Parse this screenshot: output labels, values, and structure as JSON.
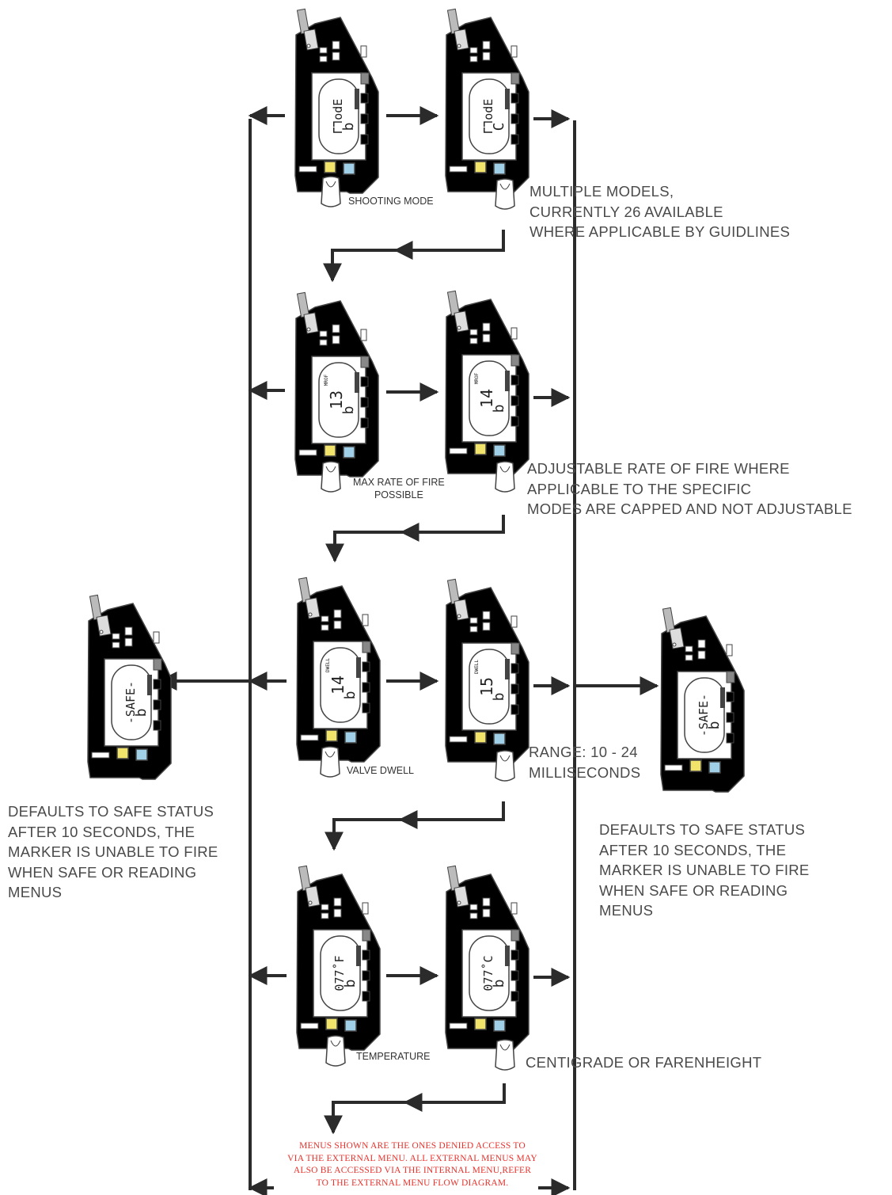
{
  "devices": [
    {
      "id": "shooting-mode-yellow",
      "color": "#f4ee55",
      "line1": "ᒥᒣodE",
      "line2": "b",
      "label": ""
    },
    {
      "id": "shooting-mode-blue",
      "color": "#b9e6e2",
      "line1": "ᒥᒣodE",
      "line2": "C",
      "label": ""
    },
    {
      "id": "rof-yellow",
      "color": "#f4ee55",
      "line1": "13",
      "line2": "b",
      "label": "MROF"
    },
    {
      "id": "rof-blue",
      "color": "#b9e6e2",
      "line1": "14",
      "line2": "b",
      "label": "MROF"
    },
    {
      "id": "dwell-yellow",
      "color": "#f4ee55",
      "line1": "14",
      "line2": "b",
      "label": "DWELL"
    },
    {
      "id": "dwell-blue",
      "color": "#b9e6e2",
      "line1": "15",
      "line2": "b",
      "label": "DWELL"
    },
    {
      "id": "temp-yellow",
      "color": "#f4ee55",
      "line1": "077˚F",
      "line2": "b",
      "label": ""
    },
    {
      "id": "temp-blue",
      "color": "#b9e6e2",
      "line1": "077˚C",
      "line2": "b",
      "label": ""
    },
    {
      "id": "safe-left",
      "color": "#ffffff",
      "line1": "-SAFE-",
      "line2": "b",
      "label": ""
    },
    {
      "id": "safe-right",
      "color": "#ffffff",
      "line1": "-SAFE-",
      "line2": "b",
      "label": ""
    }
  ],
  "captions": {
    "shooting_mode": "SHOOTING MODE",
    "max_rof_1": "MAX RATE OF FIRE",
    "max_rof_2": "POSSIBLE",
    "valve_dwell": "VALVE DWELL",
    "temperature": "TEMPERATURE"
  },
  "notes": {
    "models": [
      "MULTIPLE MODELS,",
      "CURRENTLY 26 AVAILABLE",
      "WHERE APPLICABLE BY GUIDLINES"
    ],
    "rof": [
      "ADJUSTABLE RATE OF FIRE WHERE",
      "APPLICABLE TO THE SPECIFIC",
      "MODES ARE CAPPED AND NOT ADJUSTABLE"
    ],
    "range": [
      "RANGE: 10 - 24",
      "MILLISECONDS"
    ],
    "safe_left": [
      "DEFAULTS TO SAFE STATUS",
      "AFTER 10 SECONDS, THE",
      "MARKER IS UNABLE TO FIRE",
      "WHEN SAFE OR READING",
      "MENUS"
    ],
    "safe_right": [
      "DEFAULTS TO SAFE STATUS",
      "AFTER 10 SECONDS, THE",
      "MARKER IS UNABLE TO FIRE",
      "WHEN SAFE OR READING",
      "MENUS"
    ],
    "temp": [
      "CENTIGRADE OR FARENHEIGHT"
    ],
    "footer": [
      "MENUS SHOWN ARE THE ONES DENIED ACCESS TO",
      "VIA THE EXTERNAL MENU. ALL EXTERNAL MENUS MAY",
      "ALSO BE ACCESSED VIA THE INTERNAL MENU,REFER",
      "TO THE EXTERNAL MENU FLOW DIAGRAM."
    ]
  },
  "colors": {
    "yellow": "#f4ee55",
    "blue": "#b9e6e2",
    "red_text": "#e8322c",
    "button_red": "#e23a2e",
    "button_olive": "#b9b060",
    "button_green": "#8fbf5a"
  }
}
